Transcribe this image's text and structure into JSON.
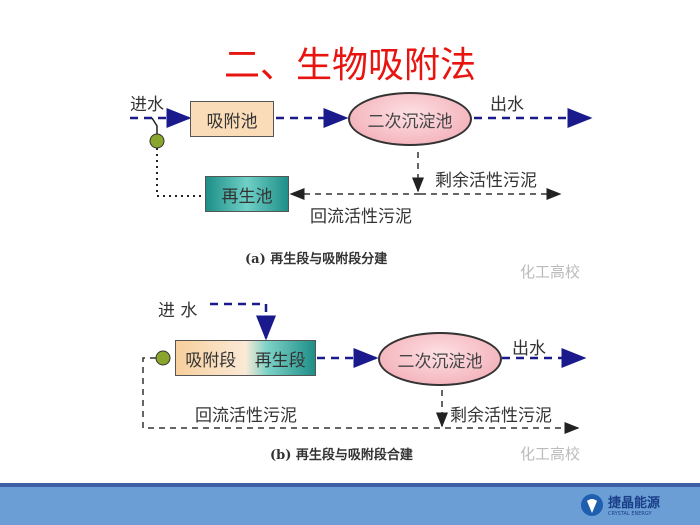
{
  "title": "二、生物吸附法",
  "diagram_a": {
    "inlet": "进水",
    "adsorption_tank": "吸附池",
    "secondary_clarifier": "二次沉淀池",
    "outlet": "出水",
    "excess_sludge": "剩余活性污泥",
    "regeneration_tank": "再生池",
    "return_sludge": "回流活性污泥",
    "caption": "(a) 再生段与吸附段分建"
  },
  "diagram_b": {
    "inlet": "进 水",
    "adsorption_section": "吸附段",
    "regeneration_section": "再生段",
    "secondary_clarifier": "二次沉淀池",
    "outlet": "出水",
    "return_sludge": "回流活性污泥",
    "excess_sludge": "剩余活性污泥",
    "caption": "(b) 再生段与吸附段合建"
  },
  "watermark": "化工高校",
  "logo": {
    "name": "捷晶能源",
    "sub": "CRYSTAL ENERGY"
  },
  "colors": {
    "title": "#e8140f",
    "flow": "#1a1a8c",
    "bar": "#6c9ed6"
  }
}
